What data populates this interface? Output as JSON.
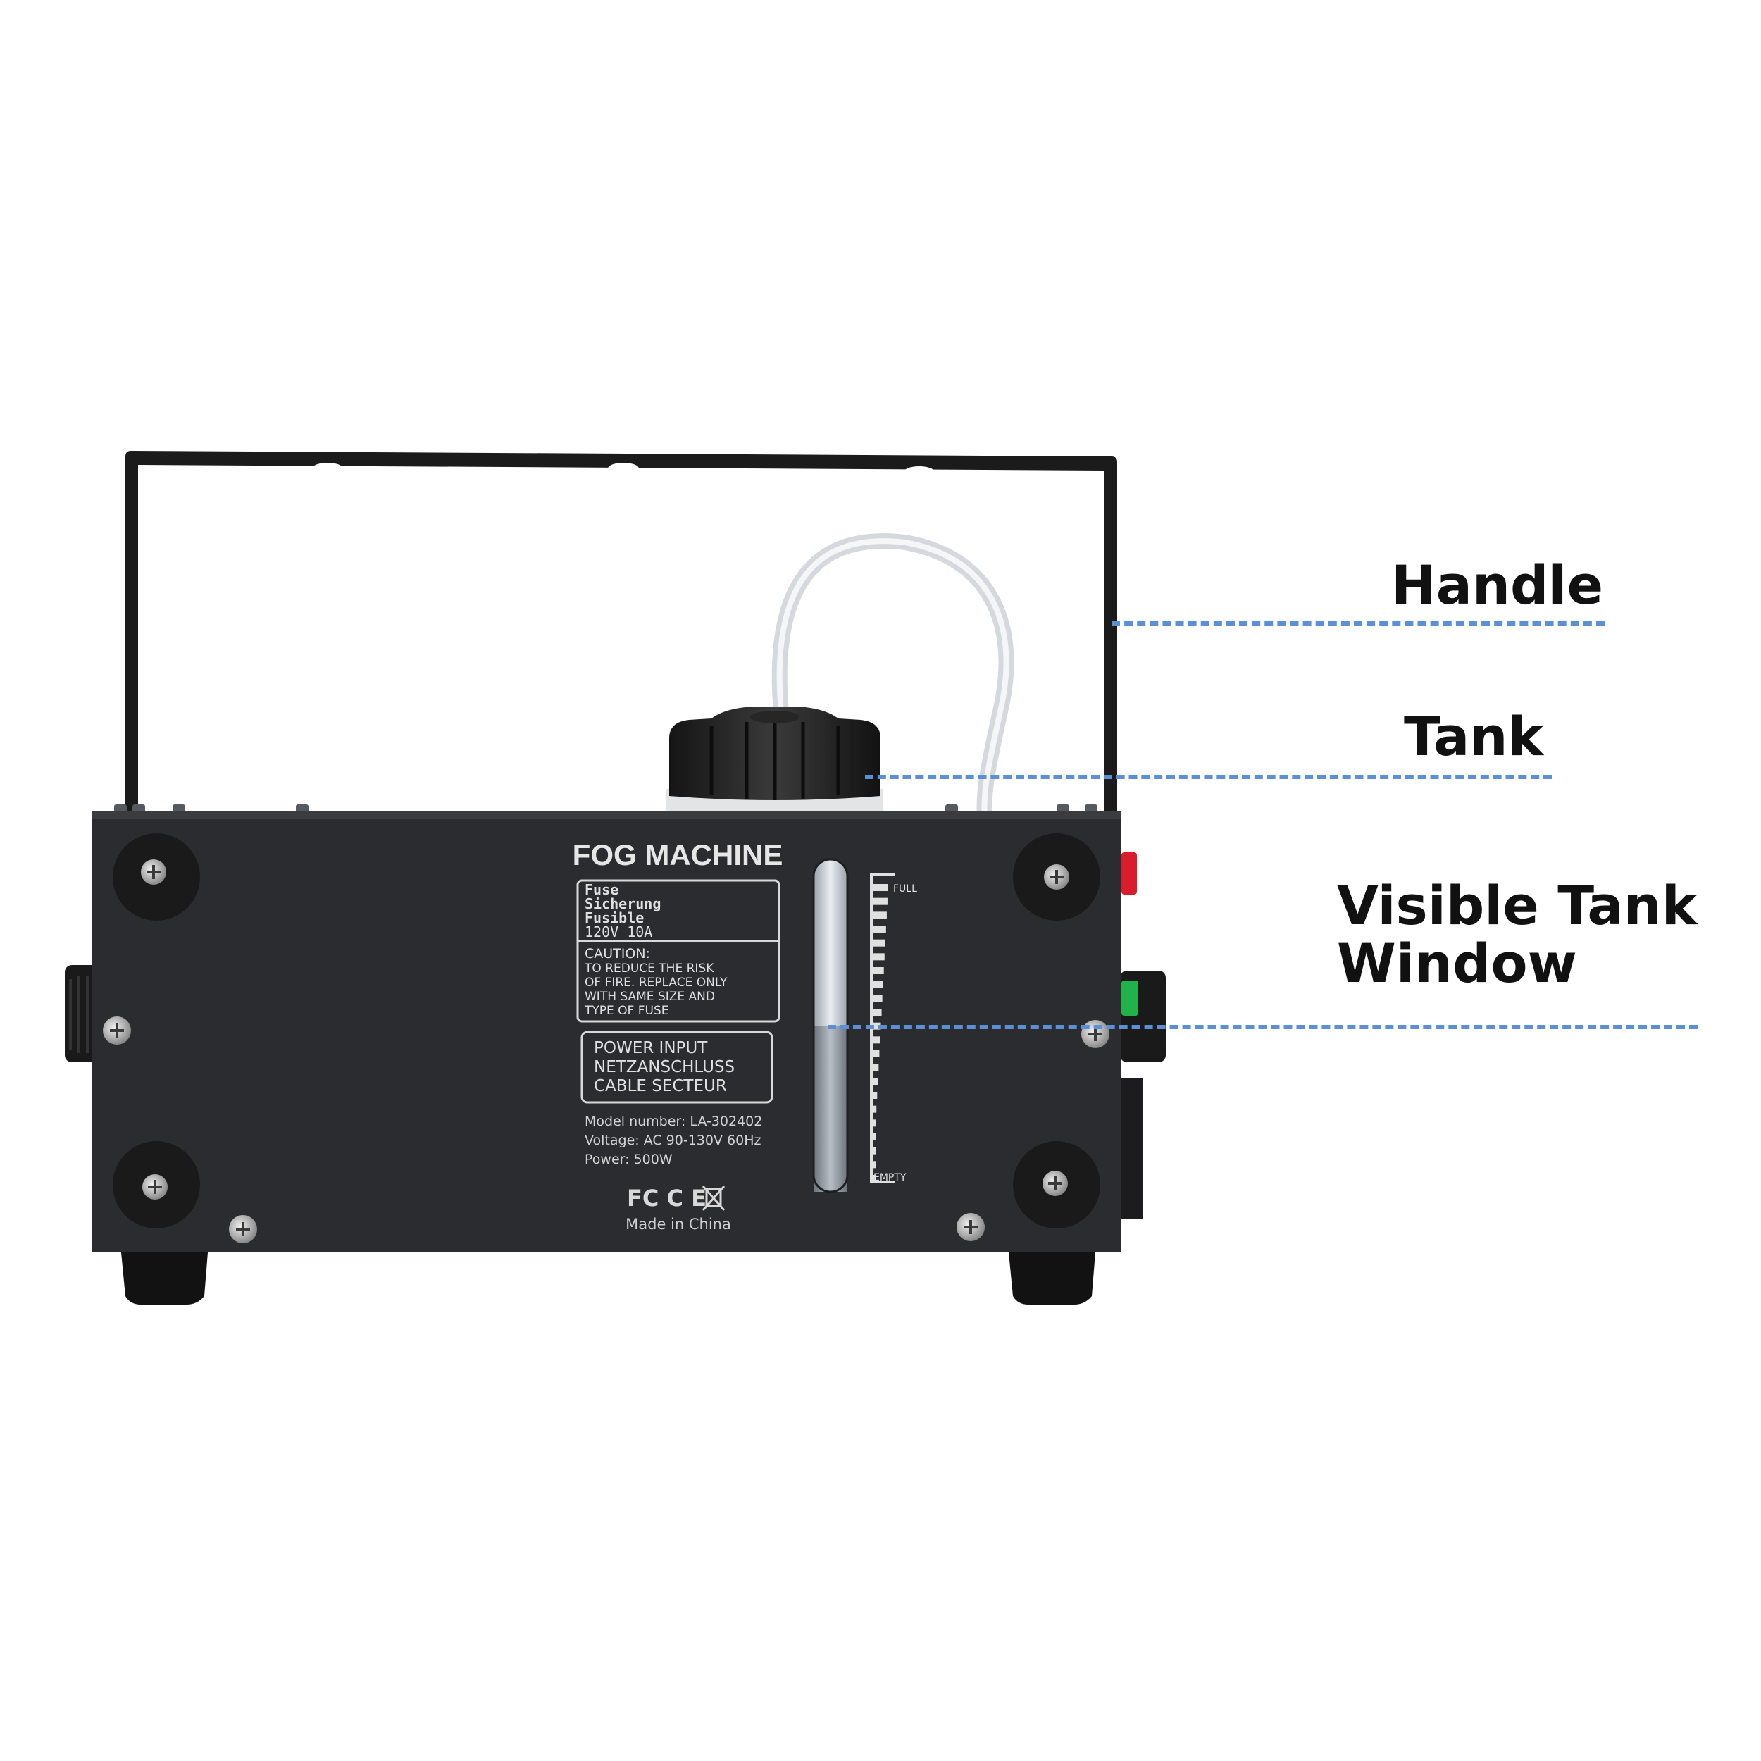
{
  "callouts": {
    "handle": "Handle",
    "tank": "Tank",
    "window_line1": "Visible Tank",
    "window_line2": "Window"
  },
  "machine": {
    "title": "FOG MACHINE",
    "fuse_box": {
      "line1": "Fuse",
      "line2": "Sicherung",
      "line3": "Fusible",
      "line4": "120V   10A",
      "caution_heading": "CAUTION:",
      "caution_1": "TO REDUCE THE RISK",
      "caution_2": "OF FIRE. REPLACE ONLY",
      "caution_3": "WITH SAME SIZE  AND",
      "caution_4": "TYPE  OF  FUSE"
    },
    "power_box": {
      "line1": "POWER INPUT",
      "line2": "NETZANSCHLUSS",
      "line3": "CABLE SECTEUR"
    },
    "specs": {
      "model": "Model number: LA-302402",
      "voltage": "Voltage:  AC 90-130V 60Hz",
      "power": "Power:  500W"
    },
    "certifications": "FC  C E",
    "origin": "Made in China",
    "gauge": {
      "full_label": "FULL",
      "empty_label": "EMPTY",
      "fill_level": 0.5
    }
  },
  "colors": {
    "body": "#2b2c2f",
    "lead_line": "#5b8fd6",
    "switch_red": "#d81e2a",
    "switch_green": "#22b24a"
  }
}
